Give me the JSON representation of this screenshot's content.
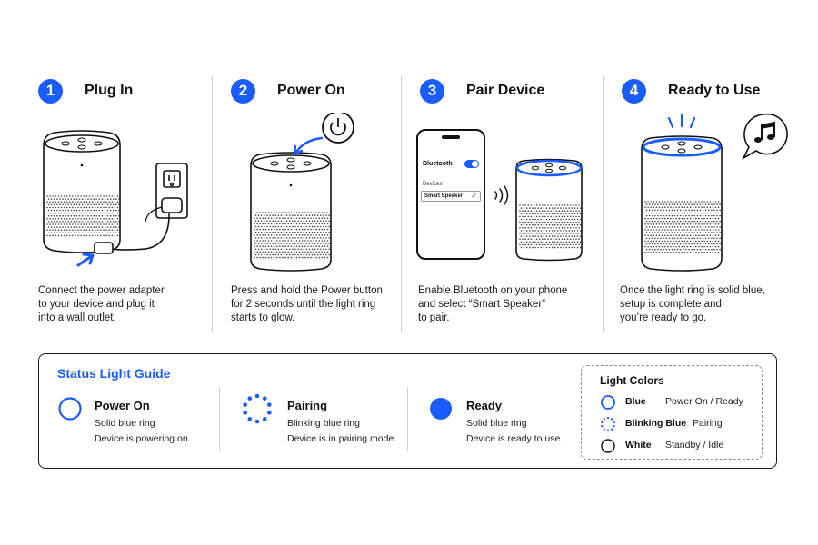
{
  "accent_color": "#1a5cff",
  "steps": [
    {
      "number": "1",
      "title": "Plug In",
      "desc_lines": [
        "Connect the power adapter",
        "to your device and plug it",
        "into a wall outlet."
      ]
    },
    {
      "number": "2",
      "title": "Power On",
      "desc_lines": [
        "Press and hold the Power button",
        "for 2 seconds until the light ring",
        "starts to glow."
      ]
    },
    {
      "number": "3",
      "title": "Pair Device",
      "desc_lines": [
        "Enable Bluetooth on your phone",
        "and select “Smart Speaker”",
        "to pair."
      ]
    },
    {
      "number": "4",
      "title": "Ready to Use",
      "desc_lines": [
        "Once the light ring is solid blue,",
        "setup is complete and",
        "you’re ready to go."
      ]
    }
  ],
  "phone": {
    "bluetooth_label": "Bluetooth",
    "devices_label": "Devices",
    "device_name": "Smart Speaker"
  },
  "status_guide": {
    "title": "Status Light Guide",
    "items": [
      {
        "name": "Power On",
        "line1": "Solid blue ring",
        "line2": "Device is powering on.",
        "icon": "ring-outline-icon"
      },
      {
        "name": "Pairing",
        "line1": "Blinking blue ring",
        "line2": "Device is in pairing mode.",
        "icon": "blinking-dots-icon"
      },
      {
        "name": "Ready",
        "line1": "Solid blue ring",
        "line2": "Device is ready to use.",
        "icon": "solid-circle-icon"
      }
    ]
  },
  "light_colors": {
    "title": "Light Colors",
    "items": [
      {
        "name": "Blue",
        "state": "Power On / Ready",
        "icon": "blue-ring-icon"
      },
      {
        "name": "Blinking Blue",
        "state": "Pairing",
        "icon": "blinking-blue-icon"
      },
      {
        "name": "White",
        "state": "Standby / Idle",
        "icon": "white-ring-icon"
      }
    ]
  }
}
